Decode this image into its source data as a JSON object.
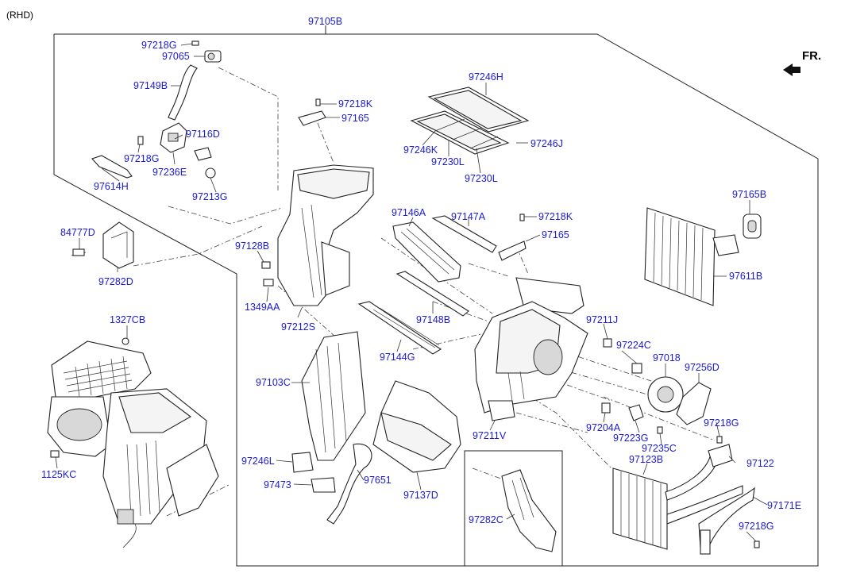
{
  "header": {
    "variant_note": "(RHD)",
    "direction_label": "FR."
  },
  "labels": {
    "p97105B": "97105B",
    "p97218G_a": "97218G",
    "p97065": "97065",
    "p97149B": "97149B",
    "p97218K_a": "97218K",
    "p97165_a": "97165",
    "p97246H": "97246H",
    "p97246K": "97246K",
    "p97246J": "97246J",
    "p97230L_a": "97230L",
    "p97230L_b": "97230L",
    "p97116D": "97116D",
    "p97218G_b": "97218G",
    "p97236E": "97236E",
    "p97614H": "97614H",
    "p97213G": "97213G",
    "p84777D": "84777D",
    "p97282D": "97282D",
    "p97128B": "97128B",
    "p1349AA": "1349AA",
    "p97212S": "97212S",
    "p97146A": "97146A",
    "p97147A": "97147A",
    "p97218K_b": "97218K",
    "p97165_b": "97165",
    "p97165B": "97165B",
    "p97611B": "97611B",
    "p97148B": "97148B",
    "p97211J": "97211J",
    "p97224C": "97224C",
    "p97018": "97018",
    "p97256D": "97256D",
    "p1327CB": "1327CB",
    "p97144G": "97144G",
    "p97103C": "97103C",
    "p97211V": "97211V",
    "p97204A": "97204A",
    "p97223G": "97223G",
    "p97218G_c": "97218G",
    "p97235C": "97235C",
    "p97123B": "97123B",
    "p97122": "97122",
    "p1125KC": "1125KC",
    "p97246L": "97246L",
    "p97473": "97473",
    "p97651": "97651",
    "p97137D": "97137D",
    "p97282C": "97282C",
    "p97171E": "97171E",
    "p97218G_d": "97218G"
  }
}
